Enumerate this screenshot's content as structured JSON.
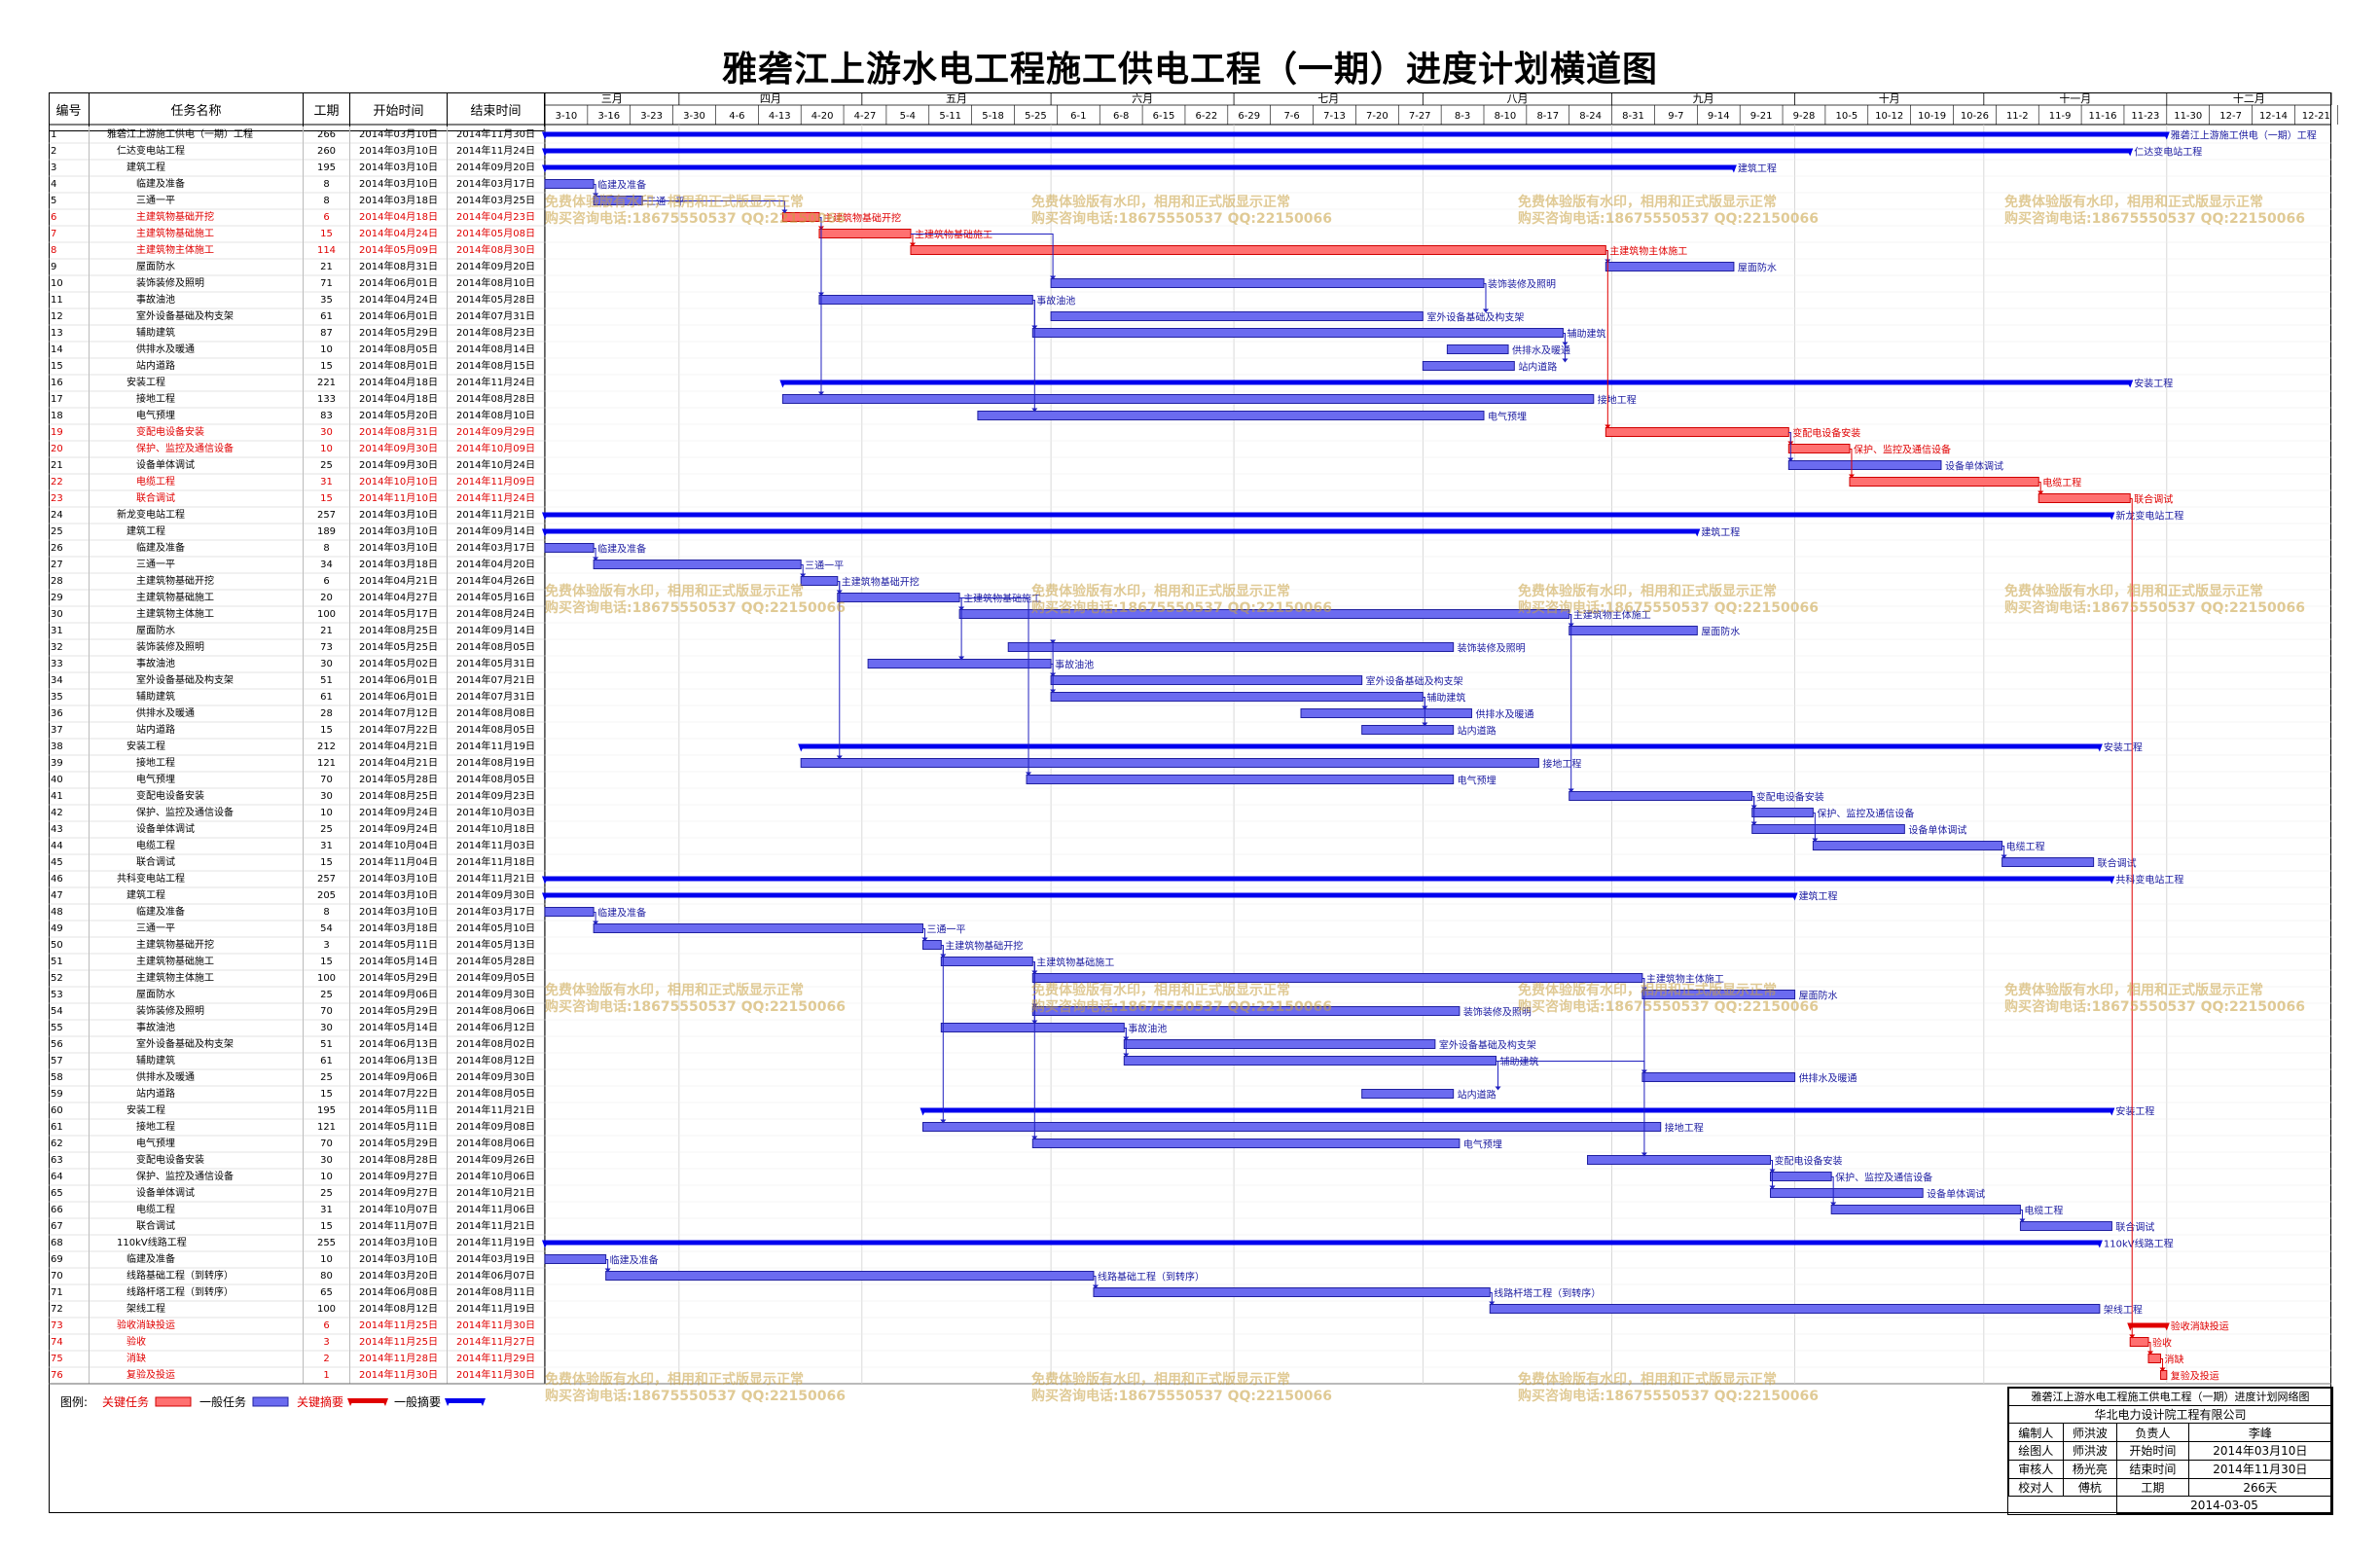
{
  "title": "雅砻江上游水电工程施工供电工程（一期）进度计划横道图",
  "columns": {
    "no": "编号",
    "name": "任务名称",
    "dur": "工期",
    "start": "开始时间",
    "end": "结束时间"
  },
  "months": [
    "三月",
    "四月",
    "五月",
    "六月",
    "七月",
    "八月",
    "九月",
    "十月",
    "十一月",
    "十二月"
  ],
  "weeks": [
    "3-10",
    "3-16",
    "3-23",
    "3-30",
    "4-6",
    "4-13",
    "4-20",
    "4-27",
    "5-4",
    "5-11",
    "5-18",
    "5-25",
    "6-1",
    "6-8",
    "6-15",
    "6-22",
    "6-29",
    "7-6",
    "7-13",
    "7-20",
    "7-27",
    "8-3",
    "8-10",
    "8-17",
    "8-24",
    "8-31",
    "9-7",
    "9-14",
    "9-21",
    "9-28",
    "10-5",
    "10-12",
    "10-19",
    "10-26",
    "11-2",
    "11-9",
    "11-16",
    "11-23",
    "11-30",
    "12-7",
    "12-14",
    "12-21"
  ],
  "tasks": [
    {
      "no": "1",
      "name": "雅砻江上游施工供电（一期）工程",
      "lvl": 0,
      "dur": "266",
      "start": "2014年03月10日",
      "end": "2014年11月30日",
      "crit": false,
      "sum": true
    },
    {
      "no": "2",
      "name": "仁达变电站工程",
      "lvl": 1,
      "dur": "260",
      "start": "2014年03月10日",
      "end": "2014年11月24日",
      "crit": false,
      "sum": true
    },
    {
      "no": "3",
      "name": "建筑工程",
      "lvl": 2,
      "dur": "195",
      "start": "2014年03月10日",
      "end": "2014年09月20日",
      "crit": false,
      "sum": true
    },
    {
      "no": "4",
      "name": "临建及准备",
      "lvl": 3,
      "dur": "8",
      "start": "2014年03月10日",
      "end": "2014年03月17日",
      "crit": false,
      "sum": false
    },
    {
      "no": "5",
      "name": "三通一平",
      "lvl": 3,
      "dur": "8",
      "start": "2014年03月18日",
      "end": "2014年03月25日",
      "crit": false,
      "sum": false
    },
    {
      "no": "6",
      "name": "主建筑物基础开挖",
      "lvl": 3,
      "dur": "6",
      "start": "2014年04月18日",
      "end": "2014年04月23日",
      "crit": true,
      "sum": false
    },
    {
      "no": "7",
      "name": "主建筑物基础施工",
      "lvl": 3,
      "dur": "15",
      "start": "2014年04月24日",
      "end": "2014年05月08日",
      "crit": true,
      "sum": false
    },
    {
      "no": "8",
      "name": "主建筑物主体施工",
      "lvl": 3,
      "dur": "114",
      "start": "2014年05月09日",
      "end": "2014年08月30日",
      "crit": true,
      "sum": false
    },
    {
      "no": "9",
      "name": "屋面防水",
      "lvl": 3,
      "dur": "21",
      "start": "2014年08月31日",
      "end": "2014年09月20日",
      "crit": false,
      "sum": false
    },
    {
      "no": "10",
      "name": "装饰装修及照明",
      "lvl": 3,
      "dur": "71",
      "start": "2014年06月01日",
      "end": "2014年08月10日",
      "crit": false,
      "sum": false
    },
    {
      "no": "11",
      "name": "事故油池",
      "lvl": 3,
      "dur": "35",
      "start": "2014年04月24日",
      "end": "2014年05月28日",
      "crit": false,
      "sum": false
    },
    {
      "no": "12",
      "name": "室外设备基础及构支架",
      "lvl": 3,
      "dur": "61",
      "start": "2014年06月01日",
      "end": "2014年07月31日",
      "crit": false,
      "sum": false
    },
    {
      "no": "13",
      "name": "辅助建筑",
      "lvl": 3,
      "dur": "87",
      "start": "2014年05月29日",
      "end": "2014年08月23日",
      "crit": false,
      "sum": false
    },
    {
      "no": "14",
      "name": "供排水及暖通",
      "lvl": 3,
      "dur": "10",
      "start": "2014年08月05日",
      "end": "2014年08月14日",
      "crit": false,
      "sum": false
    },
    {
      "no": "15",
      "name": "站内道路",
      "lvl": 3,
      "dur": "15",
      "start": "2014年08月01日",
      "end": "2014年08月15日",
      "crit": false,
      "sum": false
    },
    {
      "no": "16",
      "name": "安装工程",
      "lvl": 2,
      "dur": "221",
      "start": "2014年04月18日",
      "end": "2014年11月24日",
      "crit": false,
      "sum": true
    },
    {
      "no": "17",
      "name": "接地工程",
      "lvl": 3,
      "dur": "133",
      "start": "2014年04月18日",
      "end": "2014年08月28日",
      "crit": false,
      "sum": false
    },
    {
      "no": "18",
      "name": "电气预埋",
      "lvl": 3,
      "dur": "83",
      "start": "2014年05月20日",
      "end": "2014年08月10日",
      "crit": false,
      "sum": false
    },
    {
      "no": "19",
      "name": "变配电设备安装",
      "lvl": 3,
      "dur": "30",
      "start": "2014年08月31日",
      "end": "2014年09月29日",
      "crit": true,
      "sum": false
    },
    {
      "no": "20",
      "name": "保护、监控及通信设备",
      "lvl": 3,
      "dur": "10",
      "start": "2014年09月30日",
      "end": "2014年10月09日",
      "crit": true,
      "sum": false
    },
    {
      "no": "21",
      "name": "设备单体调试",
      "lvl": 3,
      "dur": "25",
      "start": "2014年09月30日",
      "end": "2014年10月24日",
      "crit": false,
      "sum": false
    },
    {
      "no": "22",
      "name": "电缆工程",
      "lvl": 3,
      "dur": "31",
      "start": "2014年10月10日",
      "end": "2014年11月09日",
      "crit": true,
      "sum": false
    },
    {
      "no": "23",
      "name": "联合调试",
      "lvl": 3,
      "dur": "15",
      "start": "2014年11月10日",
      "end": "2014年11月24日",
      "crit": true,
      "sum": false
    },
    {
      "no": "24",
      "name": "新龙变电站工程",
      "lvl": 1,
      "dur": "257",
      "start": "2014年03月10日",
      "end": "2014年11月21日",
      "crit": false,
      "sum": true
    },
    {
      "no": "25",
      "name": "建筑工程",
      "lvl": 2,
      "dur": "189",
      "start": "2014年03月10日",
      "end": "2014年09月14日",
      "crit": false,
      "sum": true
    },
    {
      "no": "26",
      "name": "临建及准备",
      "lvl": 3,
      "dur": "8",
      "start": "2014年03月10日",
      "end": "2014年03月17日",
      "crit": false,
      "sum": false
    },
    {
      "no": "27",
      "name": "三通一平",
      "lvl": 3,
      "dur": "34",
      "start": "2014年03月18日",
      "end": "2014年04月20日",
      "crit": false,
      "sum": false
    },
    {
      "no": "28",
      "name": "主建筑物基础开挖",
      "lvl": 3,
      "dur": "6",
      "start": "2014年04月21日",
      "end": "2014年04月26日",
      "crit": false,
      "sum": false
    },
    {
      "no": "29",
      "name": "主建筑物基础施工",
      "lvl": 3,
      "dur": "20",
      "start": "2014年04月27日",
      "end": "2014年05月16日",
      "crit": false,
      "sum": false
    },
    {
      "no": "30",
      "name": "主建筑物主体施工",
      "lvl": 3,
      "dur": "100",
      "start": "2014年05月17日",
      "end": "2014年08月24日",
      "crit": false,
      "sum": false
    },
    {
      "no": "31",
      "name": "屋面防水",
      "lvl": 3,
      "dur": "21",
      "start": "2014年08月25日",
      "end": "2014年09月14日",
      "crit": false,
      "sum": false
    },
    {
      "no": "32",
      "name": "装饰装修及照明",
      "lvl": 3,
      "dur": "73",
      "start": "2014年05月25日",
      "end": "2014年08月05日",
      "crit": false,
      "sum": false
    },
    {
      "no": "33",
      "name": "事故油池",
      "lvl": 3,
      "dur": "30",
      "start": "2014年05月02日",
      "end": "2014年05月31日",
      "crit": false,
      "sum": false
    },
    {
      "no": "34",
      "name": "室外设备基础及构支架",
      "lvl": 3,
      "dur": "51",
      "start": "2014年06月01日",
      "end": "2014年07月21日",
      "crit": false,
      "sum": false
    },
    {
      "no": "35",
      "name": "辅助建筑",
      "lvl": 3,
      "dur": "61",
      "start": "2014年06月01日",
      "end": "2014年07月31日",
      "crit": false,
      "sum": false
    },
    {
      "no": "36",
      "name": "供排水及暖通",
      "lvl": 3,
      "dur": "28",
      "start": "2014年07月12日",
      "end": "2014年08月08日",
      "crit": false,
      "sum": false
    },
    {
      "no": "37",
      "name": "站内道路",
      "lvl": 3,
      "dur": "15",
      "start": "2014年07月22日",
      "end": "2014年08月05日",
      "crit": false,
      "sum": false
    },
    {
      "no": "38",
      "name": "安装工程",
      "lvl": 2,
      "dur": "212",
      "start": "2014年04月21日",
      "end": "2014年11月19日",
      "crit": false,
      "sum": true
    },
    {
      "no": "39",
      "name": "接地工程",
      "lvl": 3,
      "dur": "121",
      "start": "2014年04月21日",
      "end": "2014年08月19日",
      "crit": false,
      "sum": false
    },
    {
      "no": "40",
      "name": "电气预埋",
      "lvl": 3,
      "dur": "70",
      "start": "2014年05月28日",
      "end": "2014年08月05日",
      "crit": false,
      "sum": false
    },
    {
      "no": "41",
      "name": "变配电设备安装",
      "lvl": 3,
      "dur": "30",
      "start": "2014年08月25日",
      "end": "2014年09月23日",
      "crit": false,
      "sum": false
    },
    {
      "no": "42",
      "name": "保护、监控及通信设备",
      "lvl": 3,
      "dur": "10",
      "start": "2014年09月24日",
      "end": "2014年10月03日",
      "crit": false,
      "sum": false
    },
    {
      "no": "43",
      "name": "设备单体调试",
      "lvl": 3,
      "dur": "25",
      "start": "2014年09月24日",
      "end": "2014年10月18日",
      "crit": false,
      "sum": false
    },
    {
      "no": "44",
      "name": "电缆工程",
      "lvl": 3,
      "dur": "31",
      "start": "2014年10月04日",
      "end": "2014年11月03日",
      "crit": false,
      "sum": false
    },
    {
      "no": "45",
      "name": "联合调试",
      "lvl": 3,
      "dur": "15",
      "start": "2014年11月04日",
      "end": "2014年11月18日",
      "crit": false,
      "sum": false
    },
    {
      "no": "46",
      "name": "共科变电站工程",
      "lvl": 1,
      "dur": "257",
      "start": "2014年03月10日",
      "end": "2014年11月21日",
      "crit": false,
      "sum": true
    },
    {
      "no": "47",
      "name": "建筑工程",
      "lvl": 2,
      "dur": "205",
      "start": "2014年03月10日",
      "end": "2014年09月30日",
      "crit": false,
      "sum": true
    },
    {
      "no": "48",
      "name": "临建及准备",
      "lvl": 3,
      "dur": "8",
      "start": "2014年03月10日",
      "end": "2014年03月17日",
      "crit": false,
      "sum": false
    },
    {
      "no": "49",
      "name": "三通一平",
      "lvl": 3,
      "dur": "54",
      "start": "2014年03月18日",
      "end": "2014年05月10日",
      "crit": false,
      "sum": false
    },
    {
      "no": "50",
      "name": "主建筑物基础开挖",
      "lvl": 3,
      "dur": "3",
      "start": "2014年05月11日",
      "end": "2014年05月13日",
      "crit": false,
      "sum": false
    },
    {
      "no": "51",
      "name": "主建筑物基础施工",
      "lvl": 3,
      "dur": "15",
      "start": "2014年05月14日",
      "end": "2014年05月28日",
      "crit": false,
      "sum": false
    },
    {
      "no": "52",
      "name": "主建筑物主体施工",
      "lvl": 3,
      "dur": "100",
      "start": "2014年05月29日",
      "end": "2014年09月05日",
      "crit": false,
      "sum": false
    },
    {
      "no": "53",
      "name": "屋面防水",
      "lvl": 3,
      "dur": "25",
      "start": "2014年09月06日",
      "end": "2014年09月30日",
      "crit": false,
      "sum": false
    },
    {
      "no": "54",
      "name": "装饰装修及照明",
      "lvl": 3,
      "dur": "70",
      "start": "2014年05月29日",
      "end": "2014年08月06日",
      "crit": false,
      "sum": false
    },
    {
      "no": "55",
      "name": "事故油池",
      "lvl": 3,
      "dur": "30",
      "start": "2014年05月14日",
      "end": "2014年06月12日",
      "crit": false,
      "sum": false
    },
    {
      "no": "56",
      "name": "室外设备基础及构支架",
      "lvl": 3,
      "dur": "51",
      "start": "2014年06月13日",
      "end": "2014年08月02日",
      "crit": false,
      "sum": false
    },
    {
      "no": "57",
      "name": "辅助建筑",
      "lvl": 3,
      "dur": "61",
      "start": "2014年06月13日",
      "end": "2014年08月12日",
      "crit": false,
      "sum": false
    },
    {
      "no": "58",
      "name": "供排水及暖通",
      "lvl": 3,
      "dur": "25",
      "start": "2014年09月06日",
      "end": "2014年09月30日",
      "crit": false,
      "sum": false
    },
    {
      "no": "59",
      "name": "站内道路",
      "lvl": 3,
      "dur": "15",
      "start": "2014年07月22日",
      "end": "2014年08月05日",
      "crit": false,
      "sum": false
    },
    {
      "no": "60",
      "name": "安装工程",
      "lvl": 2,
      "dur": "195",
      "start": "2014年05月11日",
      "end": "2014年11月21日",
      "crit": false,
      "sum": true
    },
    {
      "no": "61",
      "name": "接地工程",
      "lvl": 3,
      "dur": "121",
      "start": "2014年05月11日",
      "end": "2014年09月08日",
      "crit": false,
      "sum": false
    },
    {
      "no": "62",
      "name": "电气预埋",
      "lvl": 3,
      "dur": "70",
      "start": "2014年05月29日",
      "end": "2014年08月06日",
      "crit": false,
      "sum": false
    },
    {
      "no": "63",
      "name": "变配电设备安装",
      "lvl": 3,
      "dur": "30",
      "start": "2014年08月28日",
      "end": "2014年09月26日",
      "crit": false,
      "sum": false
    },
    {
      "no": "64",
      "name": "保护、监控及通信设备",
      "lvl": 3,
      "dur": "10",
      "start": "2014年09月27日",
      "end": "2014年10月06日",
      "crit": false,
      "sum": false
    },
    {
      "no": "65",
      "name": "设备单体调试",
      "lvl": 3,
      "dur": "25",
      "start": "2014年09月27日",
      "end": "2014年10月21日",
      "crit": false,
      "sum": false
    },
    {
      "no": "66",
      "name": "电缆工程",
      "lvl": 3,
      "dur": "31",
      "start": "2014年10月07日",
      "end": "2014年11月06日",
      "crit": false,
      "sum": false
    },
    {
      "no": "67",
      "name": "联合调试",
      "lvl": 3,
      "dur": "15",
      "start": "2014年11月07日",
      "end": "2014年11月21日",
      "crit": false,
      "sum": false
    },
    {
      "no": "68",
      "name": "110kV线路工程",
      "lvl": 1,
      "dur": "255",
      "start": "2014年03月10日",
      "end": "2014年11月19日",
      "crit": false,
      "sum": true
    },
    {
      "no": "69",
      "name": "临建及准备",
      "lvl": 2,
      "dur": "10",
      "start": "2014年03月10日",
      "end": "2014年03月19日",
      "crit": false,
      "sum": false
    },
    {
      "no": "70",
      "name": "线路基础工程（到转序）",
      "lvl": 2,
      "dur": "80",
      "start": "2014年03月20日",
      "end": "2014年06月07日",
      "crit": false,
      "sum": false
    },
    {
      "no": "71",
      "name": "线路杆塔工程（到转序）",
      "lvl": 2,
      "dur": "65",
      "start": "2014年06月08日",
      "end": "2014年08月11日",
      "crit": false,
      "sum": false
    },
    {
      "no": "72",
      "name": "架线工程",
      "lvl": 2,
      "dur": "100",
      "start": "2014年08月12日",
      "end": "2014年11月19日",
      "crit": false,
      "sum": false
    },
    {
      "no": "73",
      "name": "验收消缺投运",
      "lvl": 1,
      "dur": "6",
      "start": "2014年11月25日",
      "end": "2014年11月30日",
      "crit": true,
      "sum": true
    },
    {
      "no": "74",
      "name": "验收",
      "lvl": 2,
      "dur": "3",
      "start": "2014年11月25日",
      "end": "2014年11月27日",
      "crit": true,
      "sum": false
    },
    {
      "no": "75",
      "name": "消缺",
      "lvl": 2,
      "dur": "2",
      "start": "2014年11月28日",
      "end": "2014年11月29日",
      "crit": true,
      "sum": false
    },
    {
      "no": "76",
      "name": "复验及投运",
      "lvl": 2,
      "dur": "1",
      "start": "2014年11月30日",
      "end": "2014年11月30日",
      "crit": true,
      "sum": false
    }
  ],
  "bar_labels": {
    "1": "雅砻江上游施工供电（一期）工程",
    "2": "仁达变电站工程",
    "3": "建筑工程",
    "4": "临建及准备",
    "5": "三通一平",
    "6": "主建筑物基础开挖",
    "7": "主建筑物基础施工",
    "8": "主建筑物主体施工",
    "9": "屋面防水",
    "10": "装饰装修及照明",
    "11": "事故油池",
    "12": "室外设备基础及构支架",
    "13": "辅助建筑",
    "14": "供排水及暖通",
    "15": "站内道路",
    "16": "安装工程",
    "17": "接地工程",
    "18": "电气预埋",
    "19": "变配电设备安装",
    "20": "保护、监控及通信设备",
    "21": "设备单体调试",
    "22": "电缆工程",
    "23": "联合调试",
    "24": "新龙变电站工程",
    "25": "建筑工程",
    "26": "临建及准备",
    "27": "三通一平",
    "28": "主建筑物基础开挖",
    "29": "主建筑物基础施工",
    "30": "主建筑物主体施工",
    "31": "屋面防水",
    "32": "装饰装修及照明",
    "33": "事故油池",
    "34": "室外设备基础及构支架",
    "35": "辅助建筑",
    "36": "供排水及暖通",
    "37": "站内道路",
    "38": "安装工程",
    "39": "接地工程",
    "40": "电气预埋",
    "41": "变配电设备安装",
    "42": "保护、监控及通信设备",
    "43": "设备单体调试",
    "44": "电缆工程",
    "45": "联合调试",
    "46": "共科变电站工程",
    "47": "建筑工程",
    "48": "临建及准备",
    "49": "三通一平",
    "50": "主建筑物基础开挖",
    "51": "主建筑物基础施工",
    "52": "主建筑物主体施工",
    "53": "屋面防水",
    "54": "装饰装修及照明",
    "55": "事故油池",
    "56": "室外设备基础及构支架",
    "57": "辅助建筑",
    "58": "供排水及暖通",
    "59": "站内道路",
    "60": "安装工程",
    "61": "接地工程",
    "62": "电气预埋",
    "63": "变配电设备安装",
    "64": "保护、监控及通信设备",
    "65": "设备单体调试",
    "66": "电缆工程",
    "67": "联合调试",
    "68": "110kV线路工程",
    "69": "临建及准备",
    "70": "线路基础工程（到转序）",
    "71": "线路杆塔工程（到转序）",
    "72": "架线工程",
    "73": "验收消缺投运",
    "74": "验收",
    "75": "消缺",
    "76": "复验及投运"
  },
  "legend": {
    "label": "图例:",
    "items": [
      "关键任务",
      "一般任务",
      "关键摘要",
      "一般摘要"
    ]
  },
  "watermark": {
    "line1": "免费体验版有水印，相用和正式版显示正常",
    "line2": "购买咨询电话:18675550537 QQ:22150066"
  },
  "signoff": {
    "title": "雅砻江上游水电工程施工供电工程（一期）进度计划网络图",
    "company": "华北电力设计院工程有限公司",
    "rows": [
      [
        "编制人",
        "师洪波",
        "负责人",
        "李峰"
      ],
      [
        "绘图人",
        "师洪波",
        "开始时间",
        "2014年03月10日"
      ],
      [
        "审核人",
        "杨光亮",
        "结束时间",
        "2014年11月30日"
      ],
      [
        "校对人",
        "傅杭",
        "工期",
        "266天"
      ]
    ],
    "date": "2014-03-05"
  },
  "colors": {
    "critical": "#ff7070",
    "critical_border": "#d00000",
    "normal": "#6b6bf0",
    "normal_border": "#2020a0",
    "summary": "#0000ee",
    "crit_summary": "#e00000",
    "crit_text": "#e00000"
  },
  "chart_data": {
    "type": "gantt",
    "x_start": "2014-03-10",
    "x_end": "2014-12-27",
    "grid": true
  }
}
